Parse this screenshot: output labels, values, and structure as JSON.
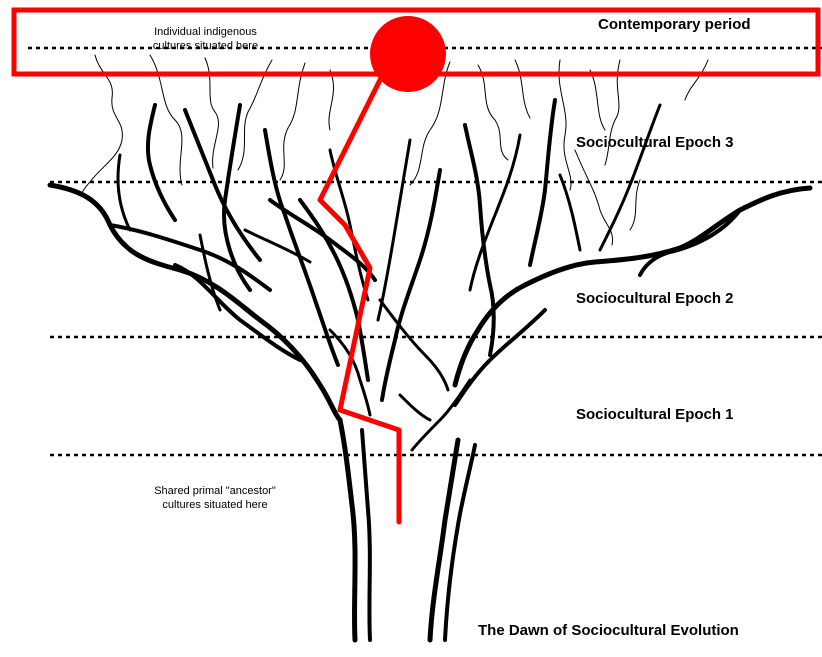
{
  "labels": {
    "contemporary": "Contemporary period",
    "epoch3": "Sociocultural Epoch 3",
    "epoch2": "Sociocultural Epoch 2",
    "epoch1": "Sociocultural Epoch 1",
    "dawn": "The Dawn of Sociocultural Evolution",
    "indigenous_line1": "Individual indigenous",
    "indigenous_line2": "cultures situated here",
    "ancestor_line1": "Shared primal \"ancestor\"",
    "ancestor_line2": "cultures situated here"
  },
  "colors": {
    "highlight": "#ff0000",
    "ink": "#000000"
  }
}
